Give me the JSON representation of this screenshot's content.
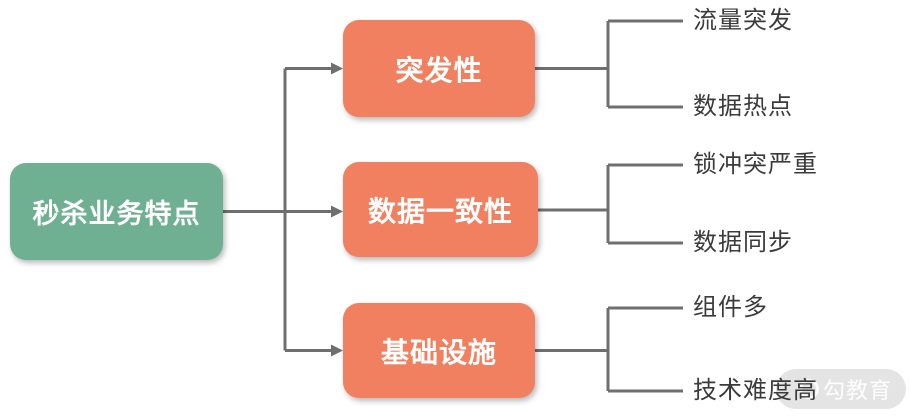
{
  "diagram": {
    "background": "#FFFFFF",
    "line_color": "#6F6F6F",
    "leaf_text_color": "#3B3B3B",
    "root": {
      "label": "秒杀业务特点",
      "color": "#6FB093",
      "text_color": "#FFFFFF"
    },
    "branches": [
      {
        "label": "突发性",
        "color": "#F0805F",
        "text_color": "#FFFFFF",
        "leaves": [
          "流量突发",
          "数据热点"
        ]
      },
      {
        "label": "数据一致性",
        "color": "#F0805F",
        "text_color": "#FFFFFF",
        "leaves": [
          "锁冲突严重",
          "数据同步"
        ]
      },
      {
        "label": "基础设施",
        "color": "#F0805F",
        "text_color": "#FFFFFF",
        "leaves": [
          "组件多",
          "技术难度高"
        ]
      }
    ]
  },
  "watermark": {
    "text": "勾教育",
    "pill_color": "#CDCDCD",
    "text_color": "#FFFFFF"
  }
}
